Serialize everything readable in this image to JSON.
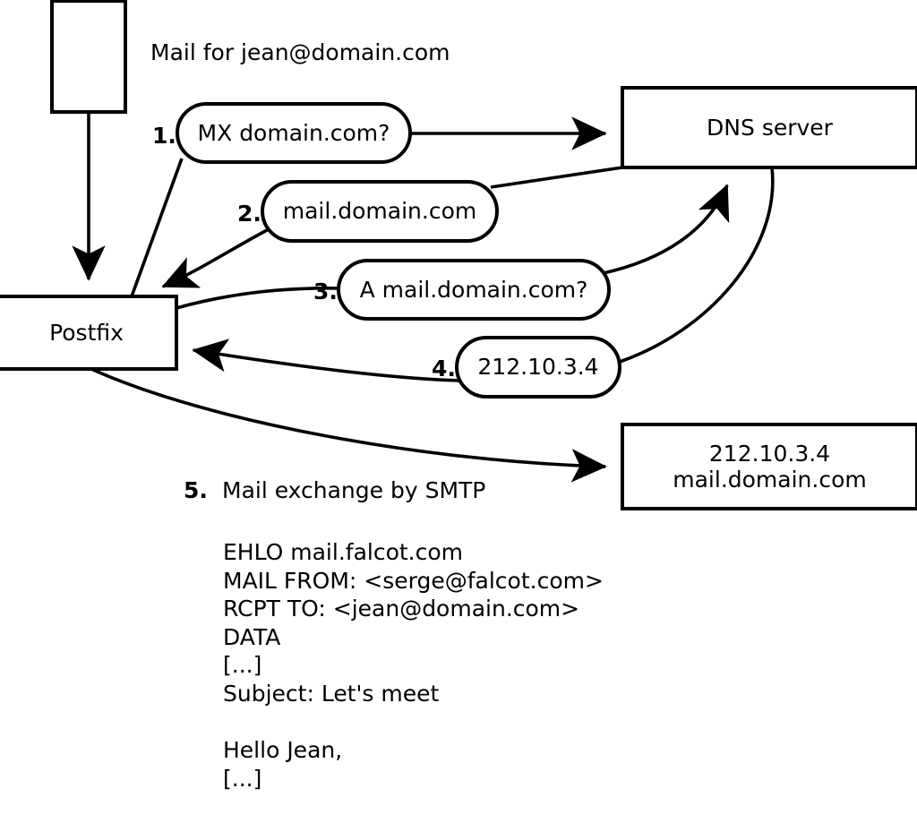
{
  "diagram": {
    "title_note": "Mail for jean@domain.com",
    "colors": {
      "stroke": "#000000",
      "fill": "#ffffff",
      "text": "#000000"
    },
    "nodes": [
      {
        "id": "client",
        "label": "",
        "shape": "rect"
      },
      {
        "id": "postfix",
        "label": "Postfix",
        "shape": "rect"
      },
      {
        "id": "dns-server",
        "label": "DNS server",
        "shape": "rect"
      },
      {
        "id": "target-host",
        "label_line1": "212.10.3.4",
        "label_line2": "mail.domain.com",
        "shape": "rect"
      }
    ],
    "steps": [
      {
        "num": "1.",
        "text": "MX domain.com?",
        "shape": "rounded",
        "from": "postfix",
        "to": "dns-server"
      },
      {
        "num": "2.",
        "text": "mail.domain.com",
        "shape": "rounded",
        "from": "dns-server",
        "to": "postfix"
      },
      {
        "num": "3.",
        "text": "A mail.domain.com?",
        "shape": "rounded",
        "from": "postfix",
        "to": "dns-server"
      },
      {
        "num": "4.",
        "text": "212.10.3.4",
        "shape": "rounded",
        "from": "dns-server",
        "to": "postfix"
      },
      {
        "num": "5.",
        "text": "Mail exchange by SMTP",
        "shape": "plain",
        "from": "postfix",
        "to": "target-host"
      }
    ],
    "smtp_transcript": [
      "EHLO mail.falcot.com",
      "MAIL FROM: <serge@falcot.com>",
      "RCPT TO: <jean@domain.com>",
      "DATA",
      "[...]",
      "Subject: Let's meet",
      "",
      "Hello Jean,",
      "[...]",
      "",
      "."
    ],
    "smtp_transcript_text": "EHLO mail.falcot.com\nMAIL FROM: <serge@falcot.com>\nRCPT TO: <jean@domain.com>\nDATA\n[...]\nSubject: Let's meet\n\nHello Jean,\n[...]\n\n."
  }
}
